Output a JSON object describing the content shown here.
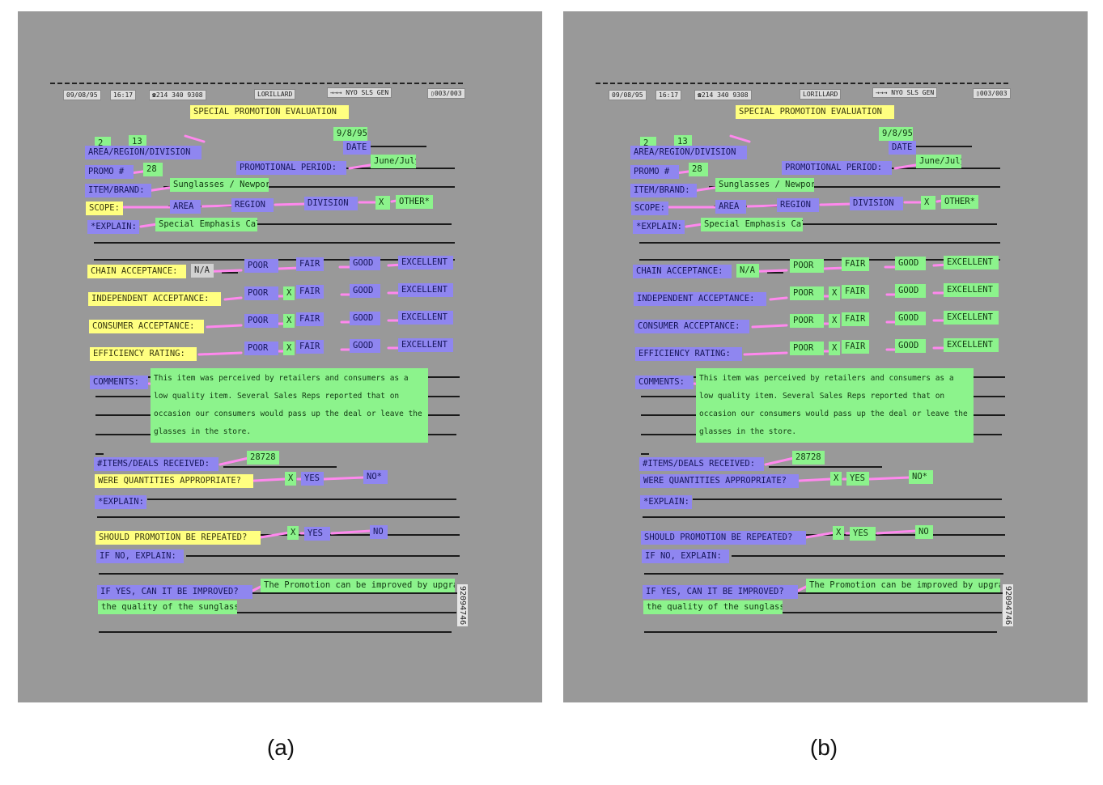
{
  "captions": [
    "(a)",
    "(b)"
  ],
  "colors": {
    "question": "#8f86f0",
    "answer": "#8cf38c",
    "header": "#ffff80",
    "other": "#d2d2d2",
    "link": "#ff88ee",
    "background": "#999999"
  },
  "fax_header": {
    "date": "09/08/95",
    "time": "16:17",
    "phone": "☎214 340 9308",
    "company": "LORILLARD",
    "dept": "→→→ NYO SLS GEN",
    "page": "▯003/003"
  },
  "doc_id": "92094746",
  "form": {
    "title": "SPECIAL PROMOTION EVALUATION",
    "date_value": "9/8/95",
    "date_label": "DATE",
    "region_value_1": "2",
    "region_value_2": "13",
    "area_label": "AREA/REGION/DIVISION",
    "promo_label": "PROMO #",
    "promo_value": "28",
    "period_label": "PROMOTIONAL PERIOD:",
    "period_value": "June/July",
    "item_label": "ITEM/BRAND:",
    "item_value": "Sunglasses / Newport",
    "scope_label": "SCOPE:",
    "scope_area": "AREA",
    "scope_region": "REGION",
    "scope_division": "DIVISION",
    "scope_x": "X",
    "scope_other": "OTHER*",
    "explain_label": "*EXPLAIN:",
    "explain_value": "Special Emphasis Calls",
    "chain_label": "CHAIN ACCEPTANCE:",
    "chain_value": "N/A",
    "independent_label": "INDEPENDENT ACCEPTANCE:",
    "consumer_label": "CONSUMER ACCEPTANCE:",
    "efficiency_label": "EFFICIENCY RATING:",
    "poor": "POOR",
    "fair": "FAIR",
    "good": "GOOD",
    "excellent": "EXCELLENT",
    "x_mark": "X",
    "comments_label": "COMMENTS:",
    "comments_value": "This item was perceived by retailers and consumers as a low quality item. Several Sales Reps reported that on occasion our consumers would pass up the deal or leave the glasses in the store.",
    "items_label": "#ITEMS/DEALS RECEIVED:",
    "items_value": "28728",
    "quantities_label": "WERE QUANTITIES APPROPRIATE?",
    "yes": "YES",
    "no_star": "NO*",
    "no": "NO",
    "explain2_label": "*EXPLAIN:",
    "repeat_label": "SHOULD PROMOTION BE REPEATED?",
    "ifno_label": "IF NO, EXPLAIN:",
    "improve_label": "IF YES, CAN IT BE IMPROVED?",
    "improve_value_1": "The Promotion can be improved by upgrading",
    "improve_value_2": "the quality of the sunglasses."
  }
}
